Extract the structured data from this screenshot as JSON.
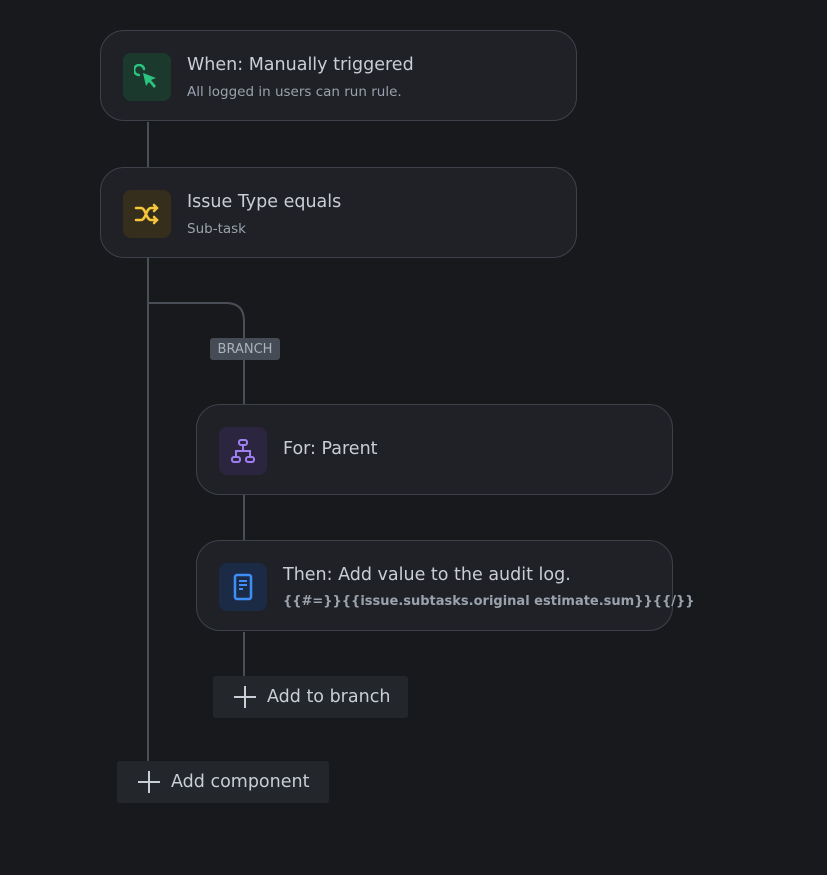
{
  "nodes": [
    {
      "title": "When: Manually triggered",
      "subtitle": "All logged in users can run rule.",
      "icon": "cursor-click-icon",
      "color": "#2bc37f"
    },
    {
      "title": "Issue Type equals",
      "subtitle": "Sub-task",
      "icon": "shuffle-icon",
      "color": "#f5c53a"
    },
    {
      "title": "For: Parent",
      "icon": "hierarchy-icon",
      "color": "#9f7ff0"
    },
    {
      "title": "Then: Add value to the audit log.",
      "subtitle": "{{#=}}{{issue.subtasks.original estimate.sum}}{{/}}",
      "icon": "document-icon",
      "color": "#3d8ef7"
    }
  ],
  "branch_label": "BRANCH",
  "add_to_branch_label": "Add to branch",
  "add_component_label": "Add component"
}
